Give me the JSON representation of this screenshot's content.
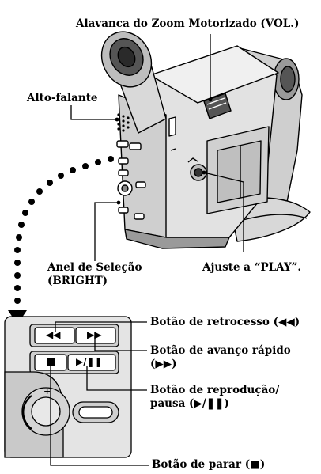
{
  "labels": {
    "zoom_lever": "Alavanca do Zoom Motorizado (VOL.)",
    "speaker": "Alto-falante",
    "selection_ring_line1": "Anel de Seleção",
    "selection_ring_line2": "(BRIGHT)",
    "set_play": "Ajuste a “PLAY”.",
    "rewind_button": "Botão de retrocesso (◀◀)",
    "fast_forward_line1": "Botão de avanço rápido",
    "fast_forward_line2": "(▶▶)",
    "play_pause_line1": "Botão de reprodução/",
    "play_pause_line2": "pausa (▶/❚❚)",
    "stop_button": "Botão de parar (■)"
  },
  "panel_buttons": {
    "rewind": "◀◀",
    "fast_forward": "▶▶",
    "stop": "■",
    "play_pause": "▶/❚❚",
    "plus": "+"
  },
  "colors": {
    "ink": "#000000",
    "body_light": "#e6e6e6",
    "body_mid": "#bdbdbd",
    "body_dark": "#6d6d6d"
  }
}
